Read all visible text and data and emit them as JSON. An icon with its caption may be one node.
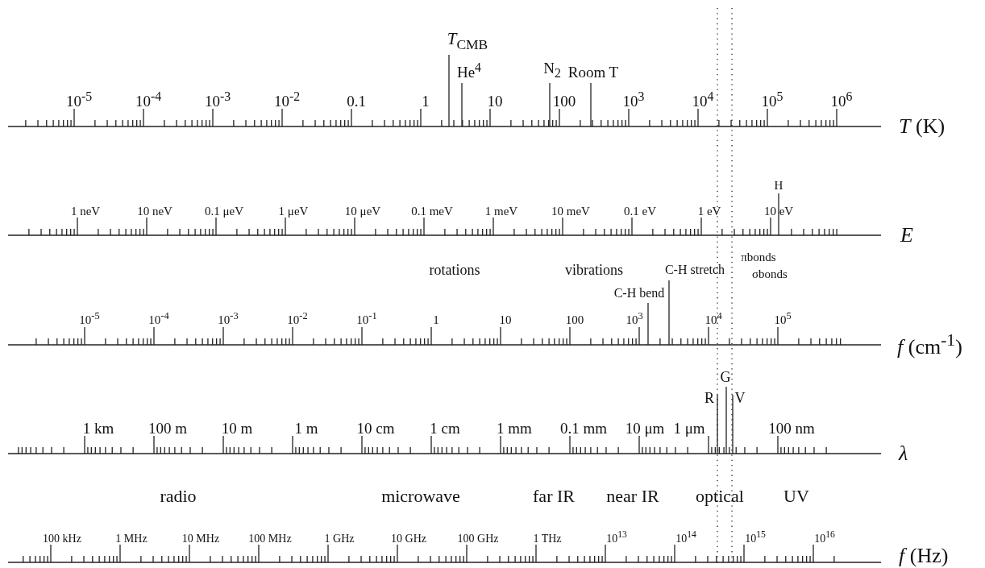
{
  "diagram": {
    "labels": [
      "*T*$_{CMB}$",
      "He$^{4}$",
      "N$_{2}$",
      "Room T",
      "10$^{-5}$",
      "10$^{-4}$",
      "10$^{-3}$",
      "10$^{-2}$",
      "0.1",
      "1",
      "10",
      "100",
      "10$^{3}$",
      "10$^{4}$",
      "10$^{5}$",
      "10$^{6}$",
      "*T* (K)",
      "H",
      "1 neV",
      "10 neV",
      "0.1 μeV",
      "1 μeV",
      "10 μeV",
      "0.1 meV",
      "1 meV",
      "10 meV",
      "0.1 eV",
      "1 eV",
      "10 eV",
      "E",
      "πbonds",
      "rotations",
      "vibrations",
      "C-H stretch",
      "σbonds",
      "C-H bend",
      "10$^{-5}$",
      "10$^{-4}$",
      "10$^{-3}$",
      "10$^{-2}$",
      "10$^{-1}$",
      "1",
      "10",
      "100",
      "10$^{3}$",
      "10$^{4}$",
      "10$^{5}$",
      "*f* (cm$^{-1}$)",
      "G",
      "R",
      "V",
      "1 km",
      "100 m",
      "10 m",
      "1 m",
      "10 cm",
      "1 cm",
      "1 mm",
      "0.1 mm",
      "10 μm",
      "1 μm",
      "100 nm",
      "λ",
      "radio",
      "microwave",
      "far IR",
      "near IR",
      "optical",
      "UV",
      "100 kHz",
      "1 MHz",
      "10 MHz",
      "100 MHz",
      "1 GHz",
      "10 GHz",
      "100 GHz",
      "1 THz",
      "10$^{13}$",
      "10$^{14}$",
      "10$^{15}$",
      "10$^{16}$",
      "*f* (Hz)"
    ]
  }
}
